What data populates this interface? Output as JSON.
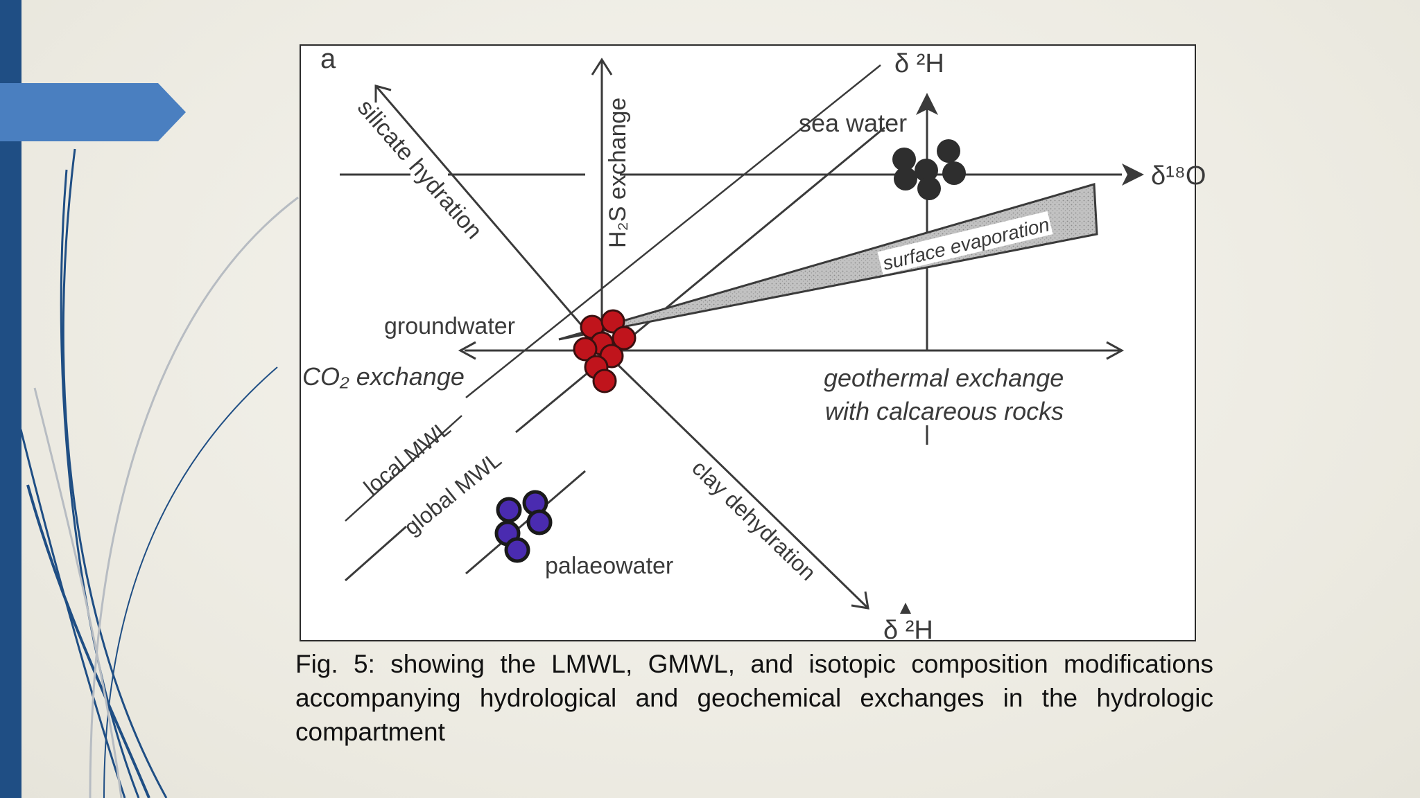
{
  "figure": {
    "panel_label": "a",
    "axis_delta2H": "δ ²H",
    "axis_delta18O": "δ¹⁸O",
    "axis_delta2H_bottom": "δ ²H",
    "label_silicate_hydration": "silicate hydration",
    "label_h2s_exchange": "H₂S exchange",
    "label_sea_water": "sea water",
    "label_surface_evaporation": "surface evaporation",
    "label_groundwater": "groundwater",
    "label_co2_exchange": "CO₂ exchange",
    "label_geothermal_line1": "geothermal exchange",
    "label_geothermal_line2": "with calcareous rocks",
    "label_local_mwl": "local MWL",
    "label_global_mwl": "global MWL",
    "label_clay_dehydration": "clay dehydration",
    "label_palaeowater": "palaeowater",
    "colors": {
      "groundwater": "#c0141c",
      "sea_water": "#2e2e2e",
      "palaeowater": "#4a2bb0",
      "evaporation_wedge": "#b9b9b9"
    }
  },
  "caption": "Fig. 5: showing the LMWL, GMWL, and isotopic composition modifications accompanying hydrological and geochemical exchanges in the hydrologic compartment"
}
